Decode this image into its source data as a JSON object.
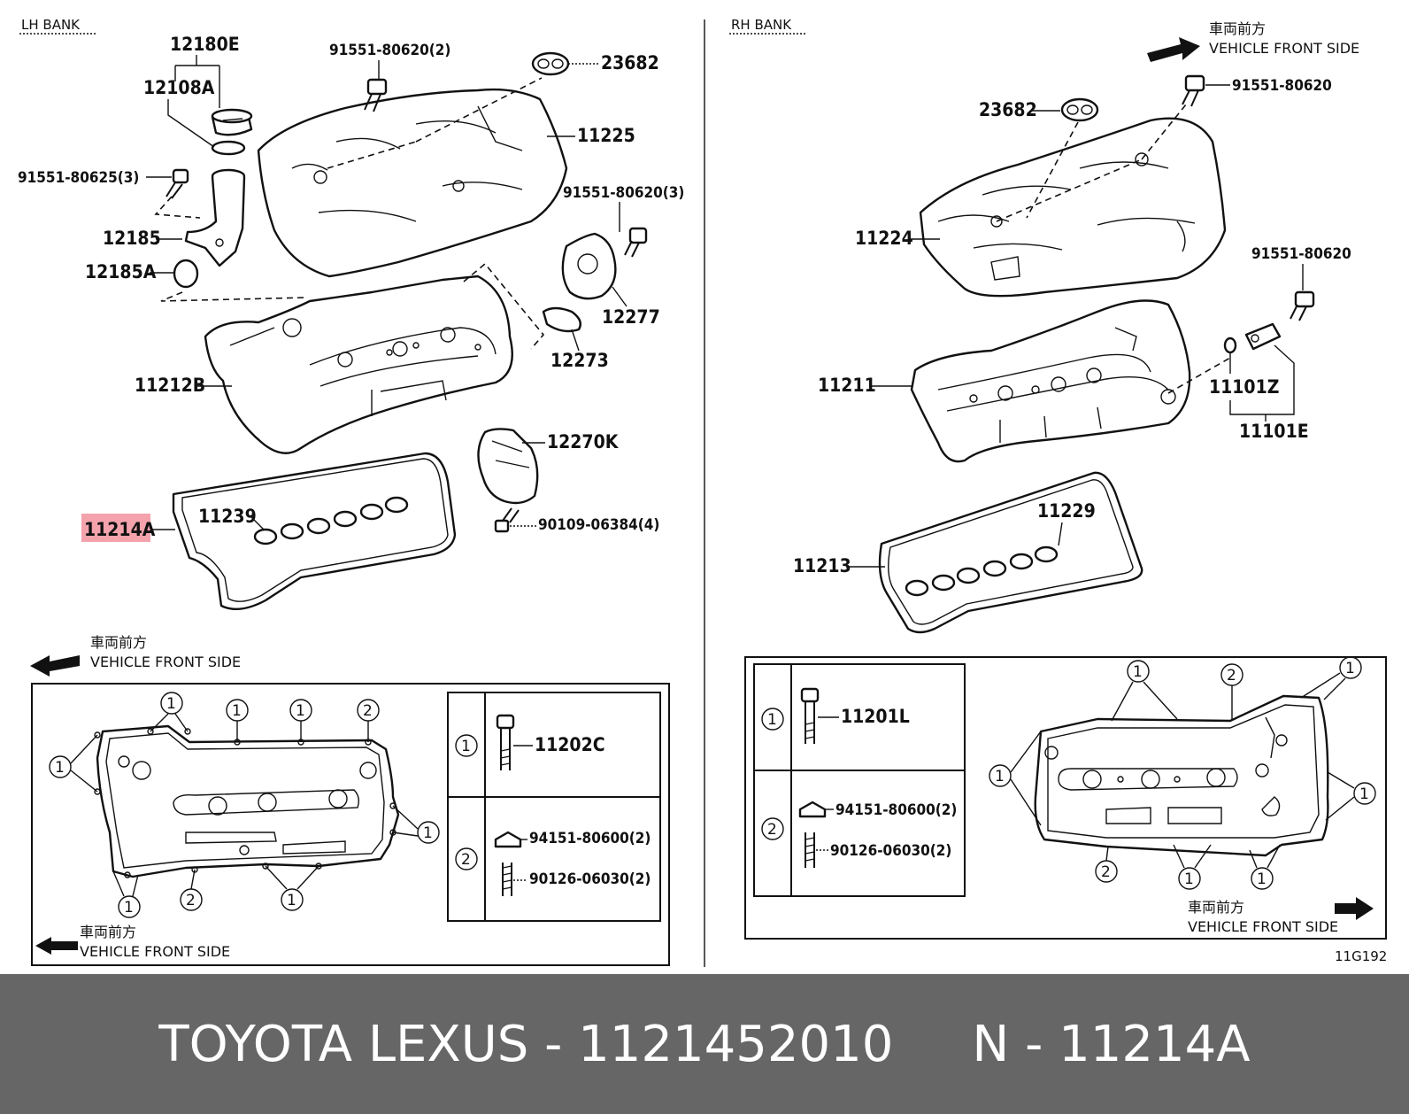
{
  "banks": {
    "lh": "LH BANK",
    "rh": "RH BANK"
  },
  "front_side": {
    "jp": "車両前方",
    "en": "VEHICLE FRONT SIDE"
  },
  "parts": {
    "p12180E": "12180E",
    "p12108A": "12108A",
    "p91551_80620_2": "91551-80620(2)",
    "p23682_lh": "23682",
    "p11225": "11225",
    "p91551_80625_3": "91551-80625(3)",
    "p91551_80620_3": "91551-80620(3)",
    "p12185": "12185",
    "p12185A": "12185A",
    "p12277": "12277",
    "p12273": "12273",
    "p11212B": "11212B",
    "p12270K": "12270K",
    "p11239": "11239",
    "p11214A": "11214A",
    "p90109_06384_4": "90109-06384(4)",
    "p91551_80620_rh1": "91551-80620",
    "p23682_rh": "23682",
    "p11224": "11224",
    "p91551_80620_rh2": "91551-80620",
    "p11211": "11211",
    "p11101Z": "11101Z",
    "p11101E": "11101E",
    "p11229": "11229",
    "p11213": "11213"
  },
  "legend_lh": {
    "row1_num": "1",
    "row1_part": "11202C",
    "row2_num": "2",
    "row2_part_a": "94151-80600(2)",
    "row2_part_b": "90126-06030(2)"
  },
  "legend_rh": {
    "row1_num": "1",
    "row1_part": "11201L",
    "row2_num": "2",
    "row2_part_a": "94151-80600(2)",
    "row2_part_b": "90126-06030(2)"
  },
  "callouts": {
    "one": "1",
    "two": "2"
  },
  "figure_id": "11G192",
  "highlight_color": "#f4a3ad",
  "footer": {
    "text": "TOYOTA LEXUS - 1121452010     N - 11214A"
  }
}
